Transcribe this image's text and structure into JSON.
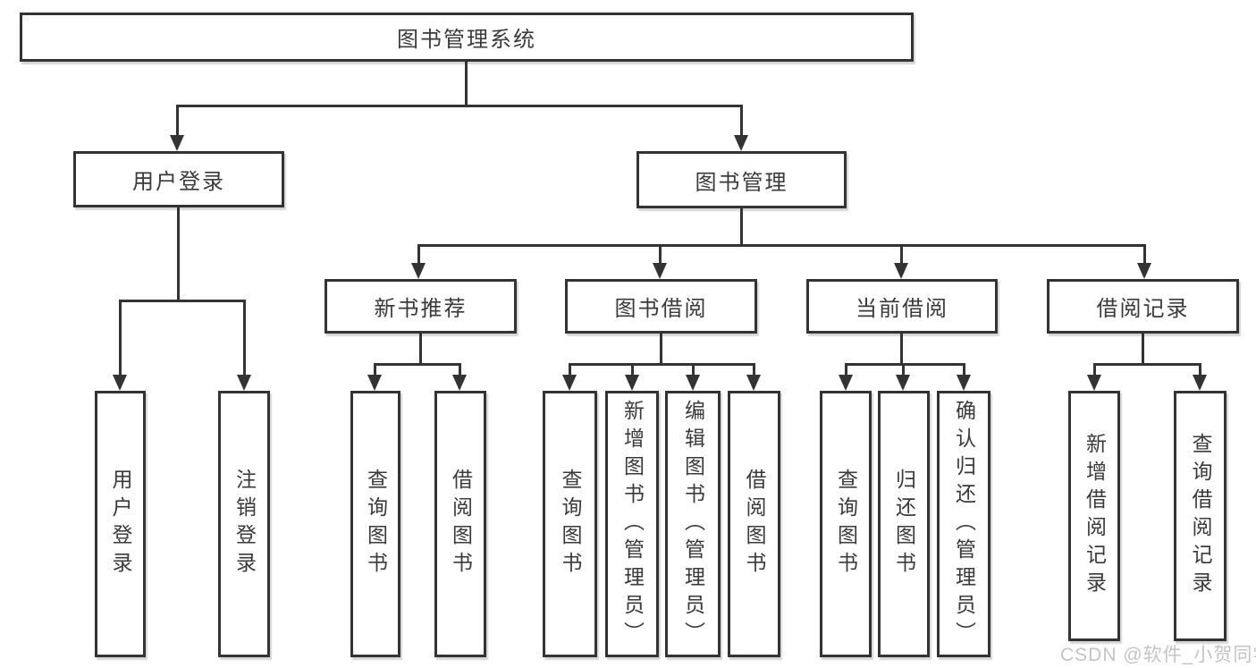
{
  "colors": {
    "line": "#333333",
    "box_border": "#333333",
    "text": "#3a3a3a",
    "background": "#ffffff",
    "watermark": "#c4c4c4"
  },
  "labels": {
    "root": "图书管理系统",
    "user_login": "用户登录",
    "book_management": "图书管理",
    "new_book_recommend": "新书推荐",
    "book_borrowing": "图书借阅",
    "current_borrowing": "当前借阅",
    "borrowing_records": "借阅记录",
    "user_login_leaf": "用户登录",
    "logout_leaf": "注销登录",
    "nb_query_books": "查询图书",
    "nb_borrow_books": "借阅图书",
    "bb_query_books": "查询图书",
    "bb_add_book_admin": "新增图书（管理员）",
    "bb_edit_book_admin": "编辑图书（管理员）",
    "bb_borrow_books": "借阅图书",
    "cb_query_books": "查询图书",
    "cb_return_books": "归还图书",
    "cb_confirm_return_admin": "确认归还（管理员）",
    "br_add_record": "新增借阅记录",
    "br_query_record": "查询借阅记录"
  },
  "hierarchy": {
    "root": [
      "user_login",
      "book_management"
    ],
    "user_login": [
      "user_login_leaf",
      "logout_leaf"
    ],
    "book_management": [
      "new_book_recommend",
      "book_borrowing",
      "current_borrowing",
      "borrowing_records"
    ],
    "new_book_recommend": [
      "nb_query_books",
      "nb_borrow_books"
    ],
    "book_borrowing": [
      "bb_query_books",
      "bb_add_book_admin",
      "bb_edit_book_admin",
      "bb_borrow_books"
    ],
    "current_borrowing": [
      "cb_query_books",
      "cb_return_books",
      "cb_confirm_return_admin"
    ],
    "borrowing_records": [
      "br_add_record",
      "br_query_record"
    ]
  },
  "watermark": {
    "text": "CSDN @软件_小贺同学"
  }
}
